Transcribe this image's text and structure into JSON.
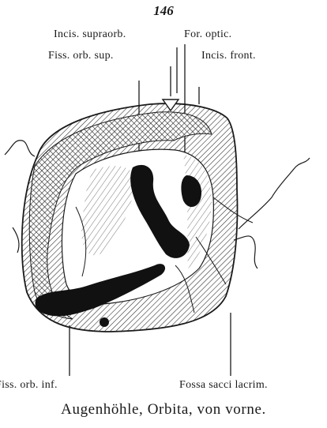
{
  "page": {
    "number": "146"
  },
  "figure": {
    "labels": {
      "incisura_supraorbitalis": "Incis. supraorb.",
      "foramen_opticum": "For. optic.",
      "fissura_orbitalis_superior": "Fiss. orb. sup.",
      "incisura_frontalis": "Incis. front.",
      "fissura_orbitalis_inferior": "Fiss. orb. inf.",
      "fossa_sacci_lacrimalis": "Fossa sacci lacrim."
    },
    "caption": "Augenhöhle, Orbita, von vorne."
  },
  "colors": {
    "ink": "#1a1a1a",
    "paper": "#ffffff"
  }
}
